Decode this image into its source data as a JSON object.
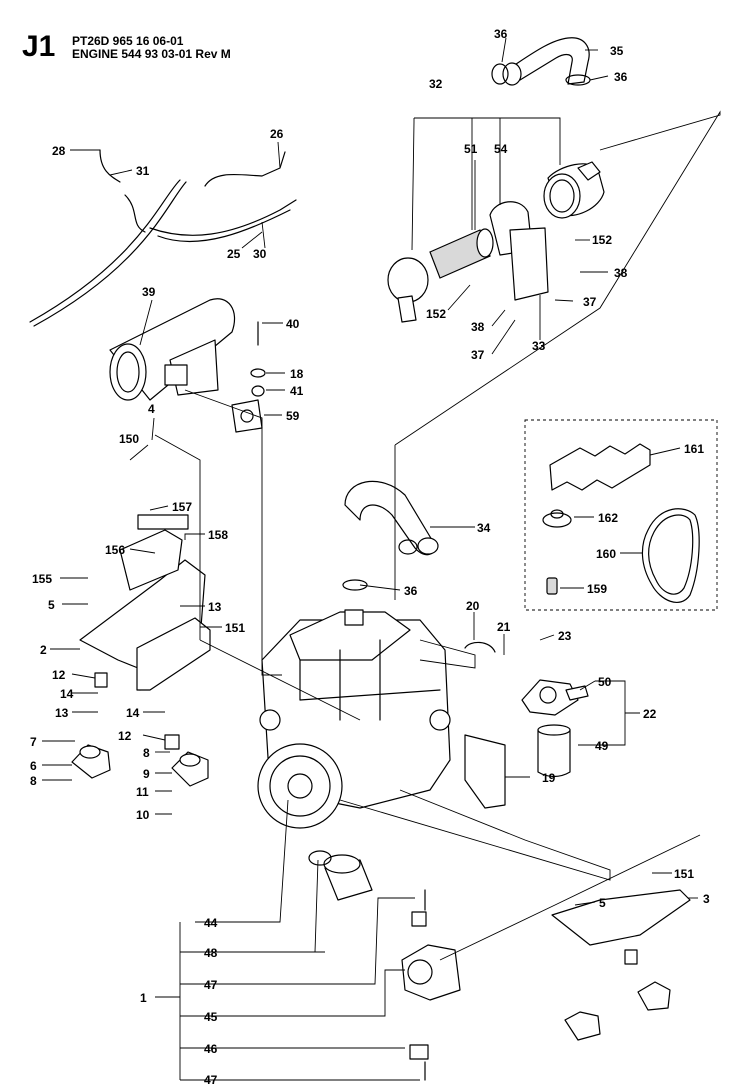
{
  "header": {
    "section": "J1",
    "model_line": "PT26D 965 16 06-01",
    "engine_line": "ENGINE 544 93 03-01 Rev M"
  },
  "labels": {
    "l36a": "36",
    "l35": "35",
    "l36b": "36",
    "l32": "32",
    "l26": "26",
    "l28": "28",
    "l31": "31",
    "l51": "51",
    "l54": "54",
    "l25": "25",
    "l30": "30",
    "l152a": "152",
    "l38a": "38",
    "l39": "39",
    "l40": "40",
    "l37a": "37",
    "l152b": "152",
    "l38b": "38",
    "l37b": "37",
    "l33": "33",
    "l18": "18",
    "l41": "41",
    "l4": "4",
    "l59": "59",
    "l161": "161",
    "l150": "150",
    "l157": "157",
    "l158": "158",
    "l34": "34",
    "l162": "162",
    "l156": "156",
    "l160": "160",
    "l155": "155",
    "l36c": "36",
    "l159": "159",
    "l5a": "5",
    "l13a": "13",
    "l20": "20",
    "l151a": "151",
    "l2": "2",
    "l21": "21",
    "l23": "23",
    "l12a": "12",
    "l50": "50",
    "l14a": "14",
    "l13b": "13",
    "l22": "22",
    "l14b": "14",
    "l12b": "12",
    "l7": "7",
    "l49": "49",
    "l6": "6",
    "l8a": "8",
    "l9": "9",
    "l19": "19",
    "l8b": "8",
    "l11": "11",
    "l10": "10",
    "l151b": "151",
    "l44": "44",
    "l5b": "5",
    "l3": "3",
    "l48": "48",
    "l47a": "47",
    "l1": "1",
    "l45": "45",
    "l46": "46",
    "l47b": "47"
  },
  "parts": [
    {
      "id": "air-filter-hose",
      "ref": "35"
    },
    {
      "id": "hose-clamp",
      "ref": "36"
    },
    {
      "id": "air-filter-assembly",
      "ref": "32"
    },
    {
      "id": "filter-element",
      "ref": "51"
    },
    {
      "id": "filter-housing",
      "ref": "54"
    },
    {
      "id": "fuel-line",
      "ref": "25"
    },
    {
      "id": "muffler",
      "ref": "39"
    },
    {
      "id": "muffler-gasket",
      "ref": "59"
    },
    {
      "id": "intake-hose",
      "ref": "34"
    },
    {
      "id": "rocker-cover-gasket",
      "ref": "161"
    },
    {
      "id": "drive-belt",
      "ref": "160"
    },
    {
      "id": "fuel-pump-assembly",
      "ref": "22"
    },
    {
      "id": "fuel-filter",
      "ref": "49"
    },
    {
      "id": "engine-assembly",
      "ref": "1"
    },
    {
      "id": "oil-filter",
      "ref": "47"
    },
    {
      "id": "starter-motor",
      "ref": "45"
    }
  ]
}
